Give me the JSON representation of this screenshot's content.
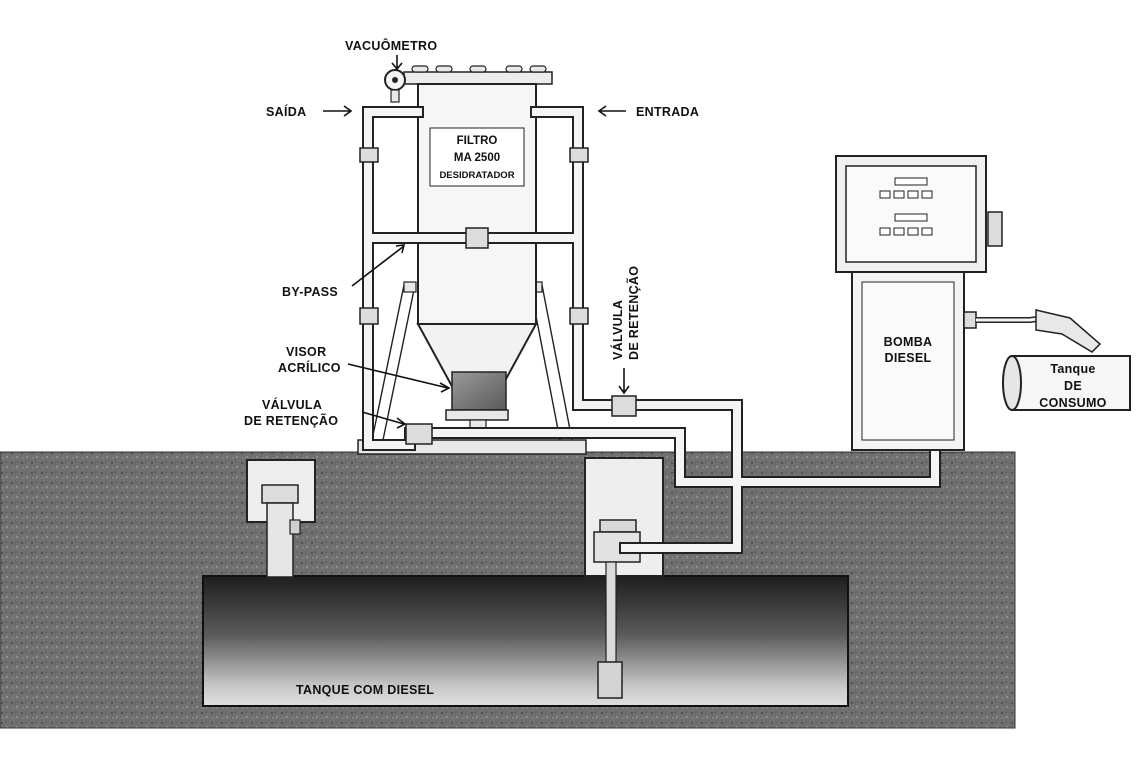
{
  "labels": {
    "vacuometro": "VACUÔMETRO",
    "saida": "SAÍDA",
    "entrada": "ENTRADA",
    "filtro_line1": "FILTRO",
    "filtro_line2": "MA 2500",
    "filtro_line3": "DESIDRATADOR",
    "by_pass": "BY-PASS",
    "visor_line1": "VISOR",
    "visor_line2": "ACRÍLICO",
    "valvula_left_line1": "VÁLVULA",
    "valvula_left_line2": "DE RETENÇÃO",
    "valvula_right_line1": "VÁLVULA",
    "valvula_right_line2": "DE RETENÇÃO",
    "bomba_line1": "BOMBA",
    "bomba_line2": "DIESEL",
    "tanque_consumo_line1": "Tanque",
    "tanque_consumo_line2": "DE",
    "tanque_consumo_line3": "CONSUMO",
    "tanque_diesel": "TANQUE COM DIESEL"
  },
  "colors": {
    "ground": "#6e6e6e",
    "tank": "#3a3a3a",
    "pipe": "#f4f4f4",
    "outline": "#222222"
  }
}
